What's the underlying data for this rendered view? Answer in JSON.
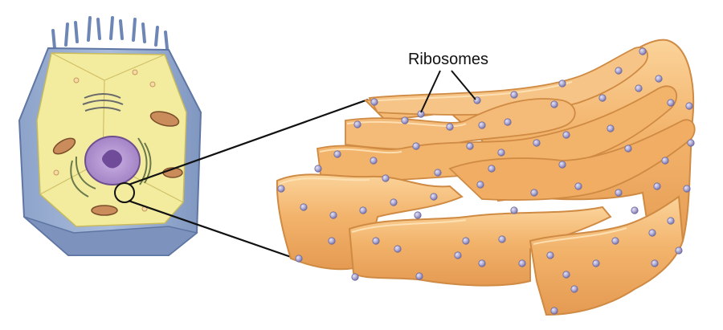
{
  "diagram": {
    "labels": {
      "ribosomes": "Ribosomes"
    },
    "colors": {
      "cell_wall": "#9aaed0",
      "cell_wall_dark": "#7f93bb",
      "cytoplasm": "#f3ec9f",
      "nucleus": "#b99ad3",
      "nucleolus": "#6f4b9a",
      "er_fill": "#f2b36b",
      "er_edge": "#cf8a43",
      "er_highlight": "#fbd39a",
      "ribosome": "#a7a4cf",
      "ribosome_edge": "#6f6aa0",
      "connector": "#111111"
    },
    "icons": {
      "cell": "animal-cell-cutaway",
      "organelle": "rough-endoplasmic-reticulum",
      "ribosome": "ribosome-dot"
    }
  }
}
